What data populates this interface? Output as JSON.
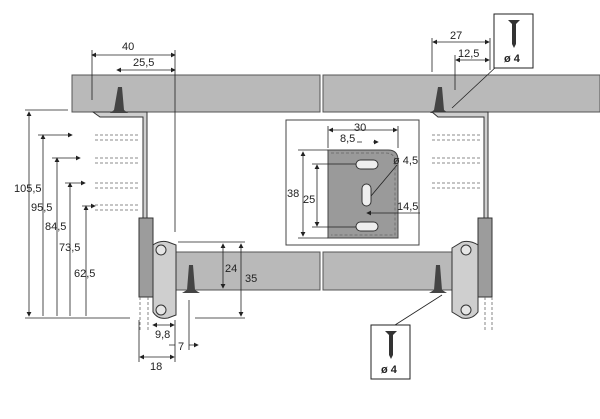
{
  "left_dimensions": {
    "width_total": "40",
    "screw_offset": "25,5",
    "height_1": "105,5",
    "height_2": "95,5",
    "height_3": "84,5",
    "height_4": "73,5",
    "height_5": "62,5",
    "rail_height": "24",
    "drawer_height": "35",
    "rail_width": "9,8",
    "screw_gap": "7",
    "bracket_width": "18"
  },
  "right_dimensions": {
    "width_total": "27",
    "screw_offset": "12,5"
  },
  "plate_detail": {
    "width": "30",
    "hole_offset": "8,5",
    "hole_diameter": "ø 4,5",
    "height": "38",
    "hole_spacing": "25",
    "slot_offset": "14,5"
  },
  "screw_labels": {
    "top": "ø 4",
    "bottom": "ø 4"
  }
}
